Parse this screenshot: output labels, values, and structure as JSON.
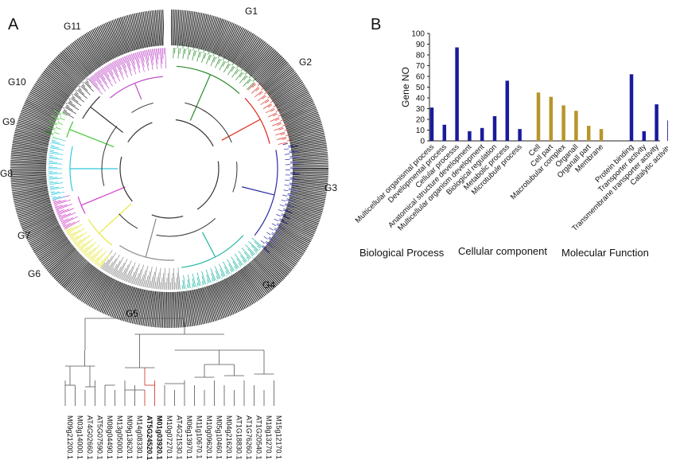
{
  "panel_a": {
    "letter": "A",
    "group_labels": [
      "G1",
      "G2",
      "G3",
      "G4",
      "G5",
      "G6",
      "G7",
      "G8",
      "G9",
      "G10",
      "G11"
    ],
    "group_colors": {
      "G1": "#2e8b2e",
      "G2": "#dd2a1e",
      "G3": "#2a2aa8",
      "G4": "#22b5a0",
      "G5": "#8a8a8a",
      "G6": "#e8e840",
      "G7": "#d040c8",
      "G8": "#30c8e0",
      "G9": "#40c830",
      "G10": "#333333",
      "G11": "#c050c8"
    },
    "subtree_leaves": [
      "M09g21200.1",
      "M03g14000.1",
      "AT4G02660.1",
      "AT5G07590.1",
      "M08g04490.1",
      "M13g05000.1",
      "M09g13620.1",
      "M14g08330.1",
      "AT5G24520.1",
      "M01g03920.1",
      "M10g07270.1",
      "AT4G21530.1",
      "M06g13970.1",
      "M11g10670.1",
      "M10g09620.1",
      "M05g10460.1",
      "M04g21620.1",
      "AT1G18830.1",
      "AT1G76260.1",
      "AT1G20540.1",
      "M18g13270.1",
      "M15g12170.1"
    ],
    "highlighted_leaves": [
      "AT5G24520.1",
      "M01g03920.1"
    ]
  },
  "chart_data": {
    "type": "bar",
    "panel_letter": "B",
    "ylabel": "Gene NO",
    "ylim": [
      0,
      100
    ],
    "yticks": [
      0,
      10,
      20,
      30,
      40,
      50,
      60,
      70,
      80,
      90,
      100
    ],
    "groups": [
      {
        "name": "Biological Process",
        "color": "#1a1a9c",
        "categories": [
          "Multicellular organismal process",
          "Developmental process",
          "Cellular processs",
          "Anatomical structure development",
          "Multicellular organism development",
          "Biological regulation",
          "Metabolic process",
          "Microtubule process"
        ],
        "values": [
          31,
          15,
          87,
          9,
          12,
          23,
          56,
          11
        ]
      },
      {
        "name": "Cellular component",
        "color": "#b8952a",
        "categories": [
          "Cell",
          "Cell part",
          "Macrotubular complex",
          "Organall",
          "Organall part",
          "Membrane"
        ],
        "values": [
          45,
          41,
          33,
          28,
          14,
          11
        ]
      },
      {
        "name": "Molecular Function",
        "color": "#1a1a9c",
        "categories": [
          "Protein binding",
          "Transporter activity",
          "Transmembrane transporter activity",
          "Catalytic activity"
        ],
        "values": [
          62,
          9,
          34,
          19
        ]
      }
    ]
  }
}
